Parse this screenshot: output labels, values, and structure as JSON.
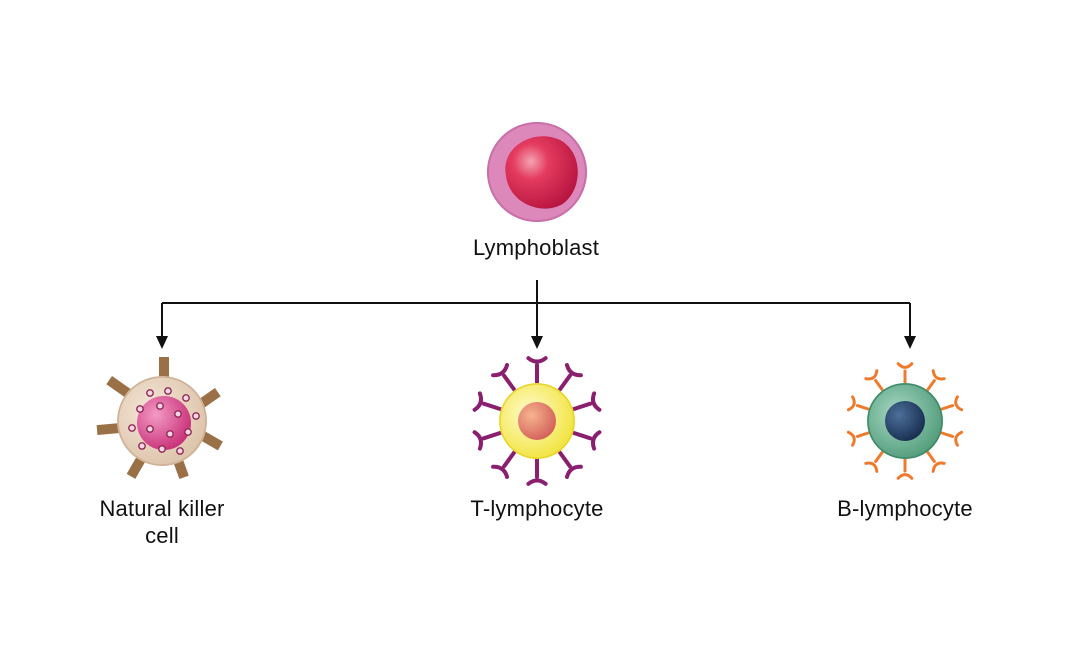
{
  "root": {
    "label": "Lymphoblast",
    "icon": "lymphoblast-cell-icon"
  },
  "children": [
    {
      "label": "Natural killer\ncell",
      "icon": "natural-killer-cell-icon"
    },
    {
      "label": "T-lymphocyte",
      "icon": "t-lymphocyte-cell-icon"
    },
    {
      "label": "B-lymphocyte",
      "icon": "b-lymphocyte-cell-icon"
    }
  ],
  "colors": {
    "connector": "#111111",
    "lymphoblast_outer": "#d77fb4",
    "lymphoblast_nucleus": "#d92552",
    "nk_cytoplasm": "#e3cdb8",
    "nk_nucleus": "#d64a8b",
    "nk_spike": "#9a7047",
    "t_cytoplasm": "#f4ec4f",
    "t_nucleus": "#e27b69",
    "t_receptor": "#8b1f6f",
    "b_cytoplasm": "#62a98a",
    "b_nucleus": "#223f66",
    "b_receptor": "#f07a2c"
  }
}
